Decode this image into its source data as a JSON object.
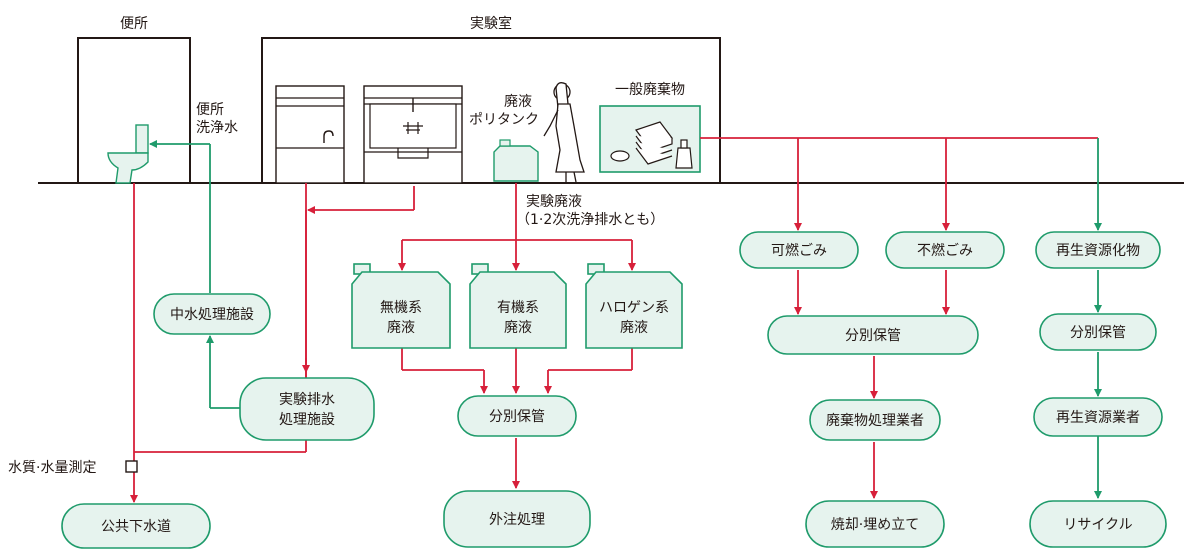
{
  "colors": {
    "accent_green": "#1f9b6b",
    "node_fill": "#e6f3ee",
    "flow_red": "#d7203a",
    "line_black": "#231815"
  },
  "rooms": {
    "toilet": "便所",
    "lab": "実験室"
  },
  "labels": {
    "flush_water_1": "便所",
    "flush_water_2": "洗浄水",
    "poly_tank_1": "廃液",
    "poly_tank_2": "ポリタンク",
    "general_waste": "一般廃棄物",
    "lab_waste_1": "実験廃液",
    "lab_waste_2": "（1·2次洗浄排水とも）",
    "measure": "水質·水量測定"
  },
  "nodes": {
    "greywater": "中水処理施設",
    "lab_drain_1": "実験排水",
    "lab_drain_2": "処理施設",
    "sewer": "公共下水道",
    "inorganic_1": "無機系",
    "inorganic_2": "廃液",
    "organic_1": "有機系",
    "organic_2": "廃液",
    "halogen_1": "ハロゲン系",
    "halogen_2": "廃液",
    "sort_store_liquid": "分別保管",
    "outsource": "外注処理",
    "combustible": "可燃ごみ",
    "noncombustible": "不燃ごみ",
    "recyclable": "再生資源化物",
    "sort_store_waste": "分別保管",
    "sort_store_recycle": "分別保管",
    "waste_contractor": "廃棄物処理業者",
    "recycle_contractor": "再生資源業者",
    "incinerate": "焼却·埋め立て",
    "recycle": "リサイクル"
  }
}
